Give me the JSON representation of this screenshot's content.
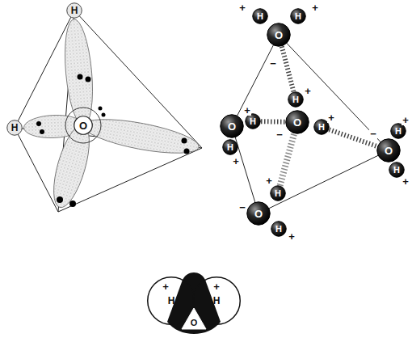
{
  "diagram": {
    "nodes": [
      {
        "text": [
          "H"
        ]
      },
      {
        "text": [
          "H"
        ]
      },
      {
        "text": [
          "O"
        ]
      },
      {
        "text": [
          "H"
        ]
      },
      {
        "text": [
          "O"
        ]
      },
      {
        "text": [
          "H"
        ]
      },
      {
        "text": [
          "H"
        ]
      },
      {
        "text": [
          "O"
        ]
      },
      {
        "text": [
          "H"
        ]
      },
      {
        "text": [
          "O"
        ]
      },
      {
        "text": [
          "H"
        ]
      },
      {
        "text": [
          "H"
        ]
      },
      {
        "text": [
          "H"
        ]
      },
      {
        "text": [
          "O"
        ]
      },
      {
        "text": [
          "H"
        ]
      },
      {
        "text": [
          "H"
        ]
      },
      {
        "text": [
          "O"
        ]
      },
      {
        "text": [
          "H"
        ]
      },
      {
        "text": [
          "H"
        ]
      },
      {
        "text": [
          "H"
        ]
      },
      {
        "text": [
          "O"
        ]
      }
    ],
    "edges": [
      {
        "from": 4,
        "to": 6,
        "arrow": "none"
      },
      {
        "from": 10,
        "to": 13,
        "arrow": "none"
      },
      {
        "from": 8,
        "to": 9,
        "arrow": "none"
      },
      {
        "from": 15,
        "to": 9,
        "arrow": "none"
      }
    ],
    "labels": [
      "+",
      "+",
      "−",
      "+",
      "−",
      "+",
      "+",
      "+",
      "−",
      "+",
      "+",
      "+",
      "−",
      "+",
      "+",
      "+"
    ]
  }
}
